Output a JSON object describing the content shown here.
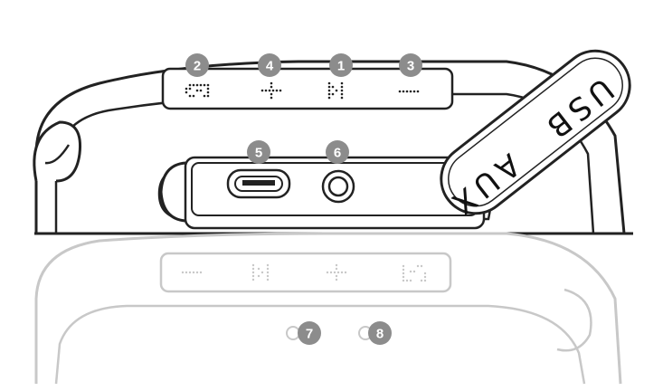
{
  "colors": {
    "outline": "#222222",
    "faded_outline": "#c8c8c8",
    "badge": "#8c8c8c",
    "badge_text": "#ffffff"
  },
  "callouts": [
    {
      "number": "2",
      "label_target": "play-pause-button"
    },
    {
      "number": "4",
      "label_target": "volume-up-button"
    },
    {
      "number": "1",
      "label_target": "power-button"
    },
    {
      "number": "3",
      "label_target": "volume-down-button"
    },
    {
      "number": "5",
      "label_target": "micro-usb-port"
    },
    {
      "number": "6",
      "label_target": "aux-port"
    },
    {
      "number": "7",
      "label_target": "indicator-light-left"
    },
    {
      "number": "8",
      "label_target": "indicator-light-right"
    }
  ],
  "cover_labels": {
    "usb": "USB",
    "aux": "AUX"
  },
  "icons": {
    "button_1": "power-icon",
    "button_2": "play-pause-icon",
    "button_3": "minus-icon",
    "button_4": "plus-icon"
  }
}
